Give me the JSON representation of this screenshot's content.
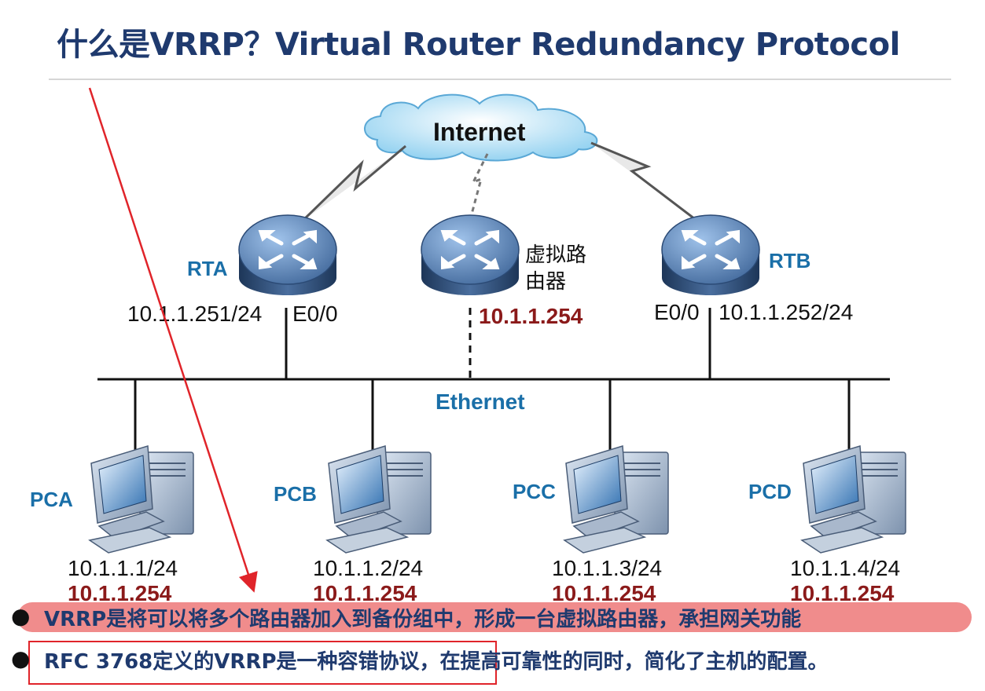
{
  "title": "什么是VRRP？Virtual Router Redundancy Protocol",
  "cloud": {
    "label": "Internet"
  },
  "routers": {
    "rta": {
      "name": "RTA",
      "ip": "10.1.1.251/24",
      "iface": "E0/0"
    },
    "virtual": {
      "name_line1": "虚拟路",
      "name_line2": "由器",
      "ip": "10.1.1.254"
    },
    "rtb": {
      "name": "RTB",
      "ip": "10.1.1.252/24",
      "iface": "E0/0"
    }
  },
  "ethernet_label": "Ethernet",
  "pcs": [
    {
      "name": "PCA",
      "ip": "10.1.1.1/24",
      "gateway": "10.1.1.254"
    },
    {
      "name": "PCB",
      "ip": "10.1.1.2/24",
      "gateway": "10.1.1.254"
    },
    {
      "name": "PCC",
      "ip": "10.1.1.3/24",
      "gateway": "10.1.1.254"
    },
    {
      "name": "PCD",
      "ip": "10.1.1.4/24",
      "gateway": "10.1.1.254"
    }
  ],
  "bullets": [
    "VRRP是将可以将多个路由器加入到备份组中，形成一台虚拟路由器，承担网关功能",
    "RFC 3768定义的VRRP是一种容错协议，在提高可靠性的同时，简化了主机的配置。"
  ],
  "colors": {
    "title": "#1f3a6e",
    "device_label": "#1a6fa8",
    "gateway": "#8b1a1a",
    "annotation": "#e0242a",
    "highlight": "#f08c8c"
  }
}
